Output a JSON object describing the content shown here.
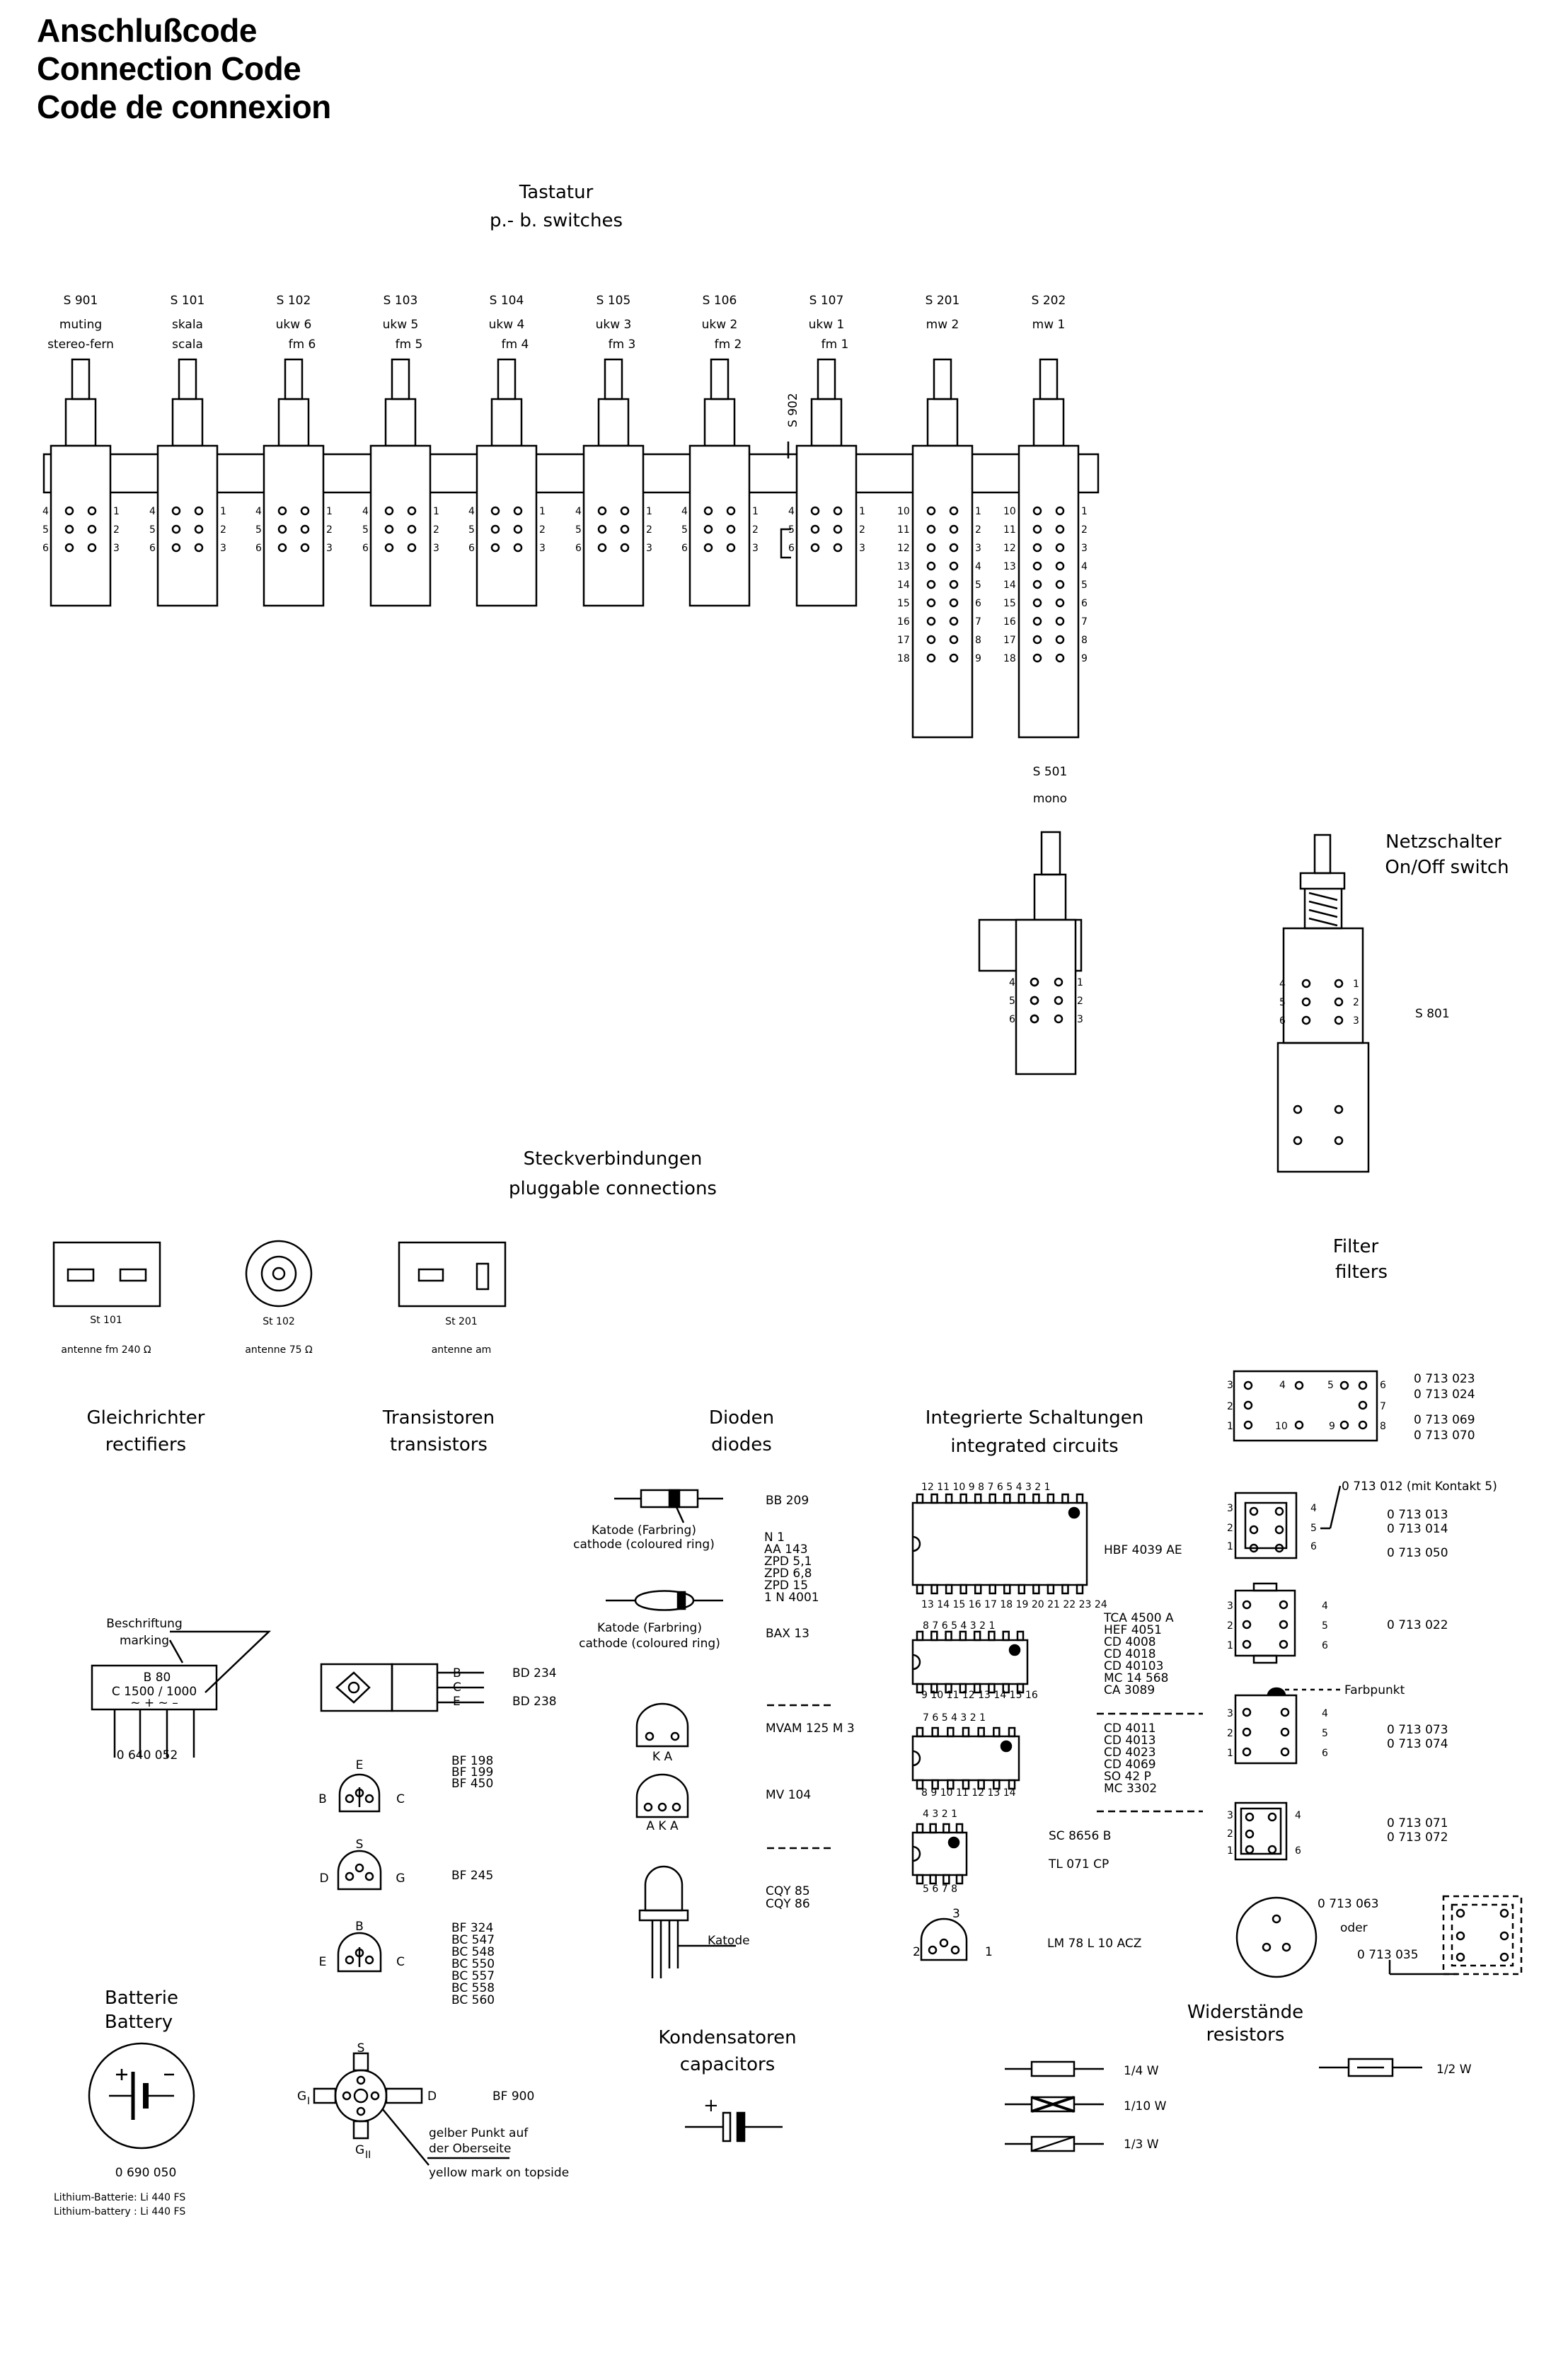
{
  "title": {
    "line1": "Anschlußcode",
    "line2": "Connection Code",
    "line3": "Code de connexion"
  },
  "keyboard": {
    "heading_de": "Tastatur",
    "heading_en": "p.- b. switches",
    "switches": [
      {
        "ref": "S 901",
        "l1": "muting",
        "l2": "stereo-fern"
      },
      {
        "ref": "S 101",
        "l1": "skala",
        "l2": "scala"
      },
      {
        "ref": "S 102",
        "l1": "ukw 6",
        "l2": "fm 6"
      },
      {
        "ref": "S 103",
        "l1": "ukw 5",
        "l2": "fm 5"
      },
      {
        "ref": "S 104",
        "l1": "ukw 4",
        "l2": "fm 4"
      },
      {
        "ref": "S 105",
        "l1": "ukw 3",
        "l2": "fm 3"
      },
      {
        "ref": "S 106",
        "l1": "ukw 2",
        "l2": "fm 2"
      },
      {
        "ref": "S 107",
        "l1": "ukw 1",
        "l2": "fm 1"
      },
      {
        "ref": "S 201",
        "l1": "mw 2",
        "l2": ""
      },
      {
        "ref": "S 202",
        "l1": "mw 1",
        "l2": ""
      }
    ],
    "s902": "S 902"
  },
  "s501": {
    "ref": "S 501",
    "label": "mono"
  },
  "power": {
    "de": "Netzschalter",
    "en": "On/Off switch",
    "ref": "S 801"
  },
  "plugs": {
    "heading_de": "Steckverbindungen",
    "heading_en": "pluggable connections",
    "items": [
      {
        "ref": "St 101",
        "label": "antenne  fm 240 Ω"
      },
      {
        "ref": "St 102",
        "label": "antenne 75 Ω"
      },
      {
        "ref": "St 201",
        "label": "antenne am"
      }
    ]
  },
  "filters": {
    "heading_de": "Filter",
    "heading_en": "filters",
    "codes": {
      "f1a": "0 713 023",
      "f1b": "0 713 024",
      "f1c": "0 713 069",
      "f1d": "0 713 070",
      "f2a": "0 713 012  (mit Kontakt 5)",
      "f2b": "0 713 013",
      "f2c": "0 713 014",
      "f2d": "0 713 050",
      "f3": "0 713 022",
      "farbpunkt": "Farbpunkt",
      "f4a": "0 713 073",
      "f4b": "0 713 074",
      "f5a": "0 713 071",
      "f5b": "0 713 072",
      "f6a": "0 713 063",
      "f6oder": "oder",
      "f6b": "0 713 035"
    }
  },
  "rectifiers": {
    "heading_de": "Gleichrichter",
    "heading_en": "rectifiers",
    "mark_de": "Beschriftung",
    "mark_en": "marking",
    "body1": "B 80",
    "body2": "C 1500 / 1000",
    "pins": "~  +  ~  –",
    "code": "0 640 052"
  },
  "transistors": {
    "heading_de": "Transistoren",
    "heading_en": "transistors",
    "t1": {
      "pins": [
        "B",
        "C",
        "E"
      ],
      "types": [
        "BD 234",
        "BD 238"
      ]
    },
    "t2": {
      "pins": [
        "E",
        "B",
        "C"
      ],
      "types": [
        "BF 198",
        "BF 199",
        "BF 450"
      ]
    },
    "t3": {
      "pins": [
        "S",
        "D",
        "G"
      ],
      "types": [
        "BF 245"
      ]
    },
    "t4": {
      "pins": [
        "B",
        "E",
        "C"
      ],
      "types": [
        "BF 324",
        "BC 547",
        "BC 548",
        "BC 550",
        "BC 557",
        "BC 558",
        "BC 560"
      ]
    },
    "t5": {
      "pins": [
        "S",
        "G",
        "I",
        "D",
        "G",
        "II"
      ],
      "type": "BF 900",
      "note1": "gelber Punkt auf",
      "note2": "der Oberseite",
      "note3": "yellow mark on topside"
    }
  },
  "diodes": {
    "heading_de": "Dioden",
    "heading_en": "diodes",
    "d1_type": "BB 209",
    "d1_cat_de": "Katode (Farbring)",
    "d1_cat_en": "cathode (coloured ring)",
    "d1_types": [
      "N 1",
      "AA 143",
      "ZPD 5,1",
      "ZPD 6,8",
      "ZPD 15",
      "1 N 4001"
    ],
    "d2_cat_de": "Katode (Farbring)",
    "d2_cat_en": "cathode (coloured ring)",
    "d2_type": "BAX 13",
    "d3_pins": "K    A",
    "d3_type": "MVAM 125 M 3",
    "d4_pins": "A K A",
    "d4_type": "MV 104",
    "led_types": [
      "CQY 85",
      "CQY 86"
    ],
    "led_cat": "Katode"
  },
  "ics": {
    "heading_de": "Integrierte Schaltungen",
    "heading_en": "integrated circuits",
    "ic1_top": "12 11 10 9  8  7  6  5  4  3  2  1",
    "ic1_bot": "13 14 15 16 17 18 19 20 21 22 23 24",
    "ic1_type": "HBF 4039 AE",
    "ic2_top": "8  7  6  5  4  3  2  1",
    "ic2_bot": "9 10 11 12 13 14 15 16",
    "ic2_types": [
      "TCA  4500 A",
      "HEF  4051",
      "CD   4008",
      "CD   4018",
      "CD   40103",
      "MC   14 568",
      "CA   3089"
    ],
    "ic3_top": "7  6  5  4  3  2  1",
    "ic3_bot": "8  9 10 11 12 13 14",
    "ic3_types": [
      "CD   4011",
      "CD   4013",
      "CD   4023",
      "CD   4069",
      "SO   42 P",
      "MC   3302"
    ],
    "ic4_top": "4  3  2  1",
    "ic4_bot": "5  6  7  8",
    "ic4_types": [
      "SC  8656 B",
      "TL  071 CP"
    ],
    "reg_pins": [
      "3",
      "2",
      "1"
    ],
    "reg_type": "LM 78 L 10 ACZ"
  },
  "battery": {
    "heading_de": "Batterie",
    "heading_en": "Battery",
    "code": "0 690 050",
    "note_de": "Lithium-Batterie:  Li 440 FS",
    "note_en": "Lithium-battery :  Li 440 FS"
  },
  "capacitors": {
    "heading_de": "Kondensatoren",
    "heading_en": "capacitors",
    "plus": "+"
  },
  "resistors": {
    "heading_de": "Widerstände",
    "heading_en": "resistors",
    "r1": "1/4  W",
    "r2": "1/10  W",
    "r3": "1/3  W",
    "r4": "1/2  W"
  }
}
